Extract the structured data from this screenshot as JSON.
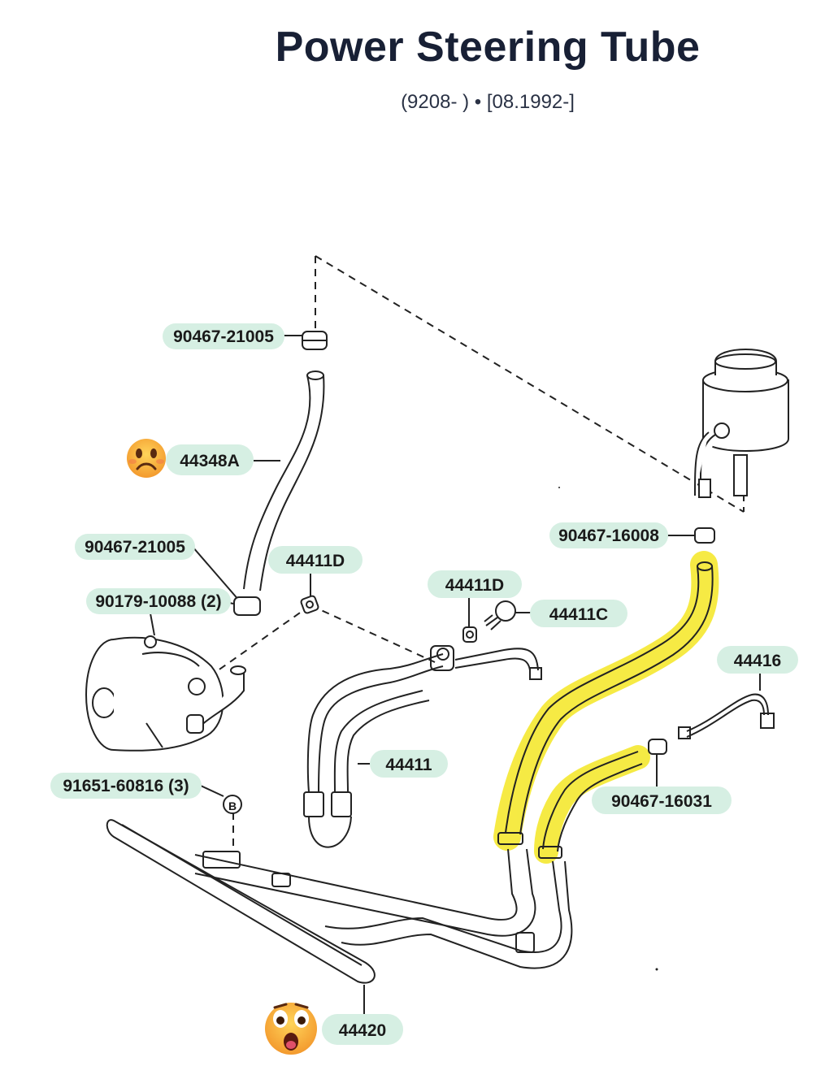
{
  "header": {
    "title": "Power Steering Tube",
    "subtitle": "(9208- ) • [08.1992-]"
  },
  "parts": {
    "clamp_top": "90467-21005",
    "hose_return": "44348A",
    "clamp_pump": "90467-21005",
    "bolt_pump": "90179-10088 (2)",
    "gasket_left": "44411D",
    "gasket_right": "44411D",
    "union_bolt": "44411C",
    "clamp_reservoir": "90467-16008",
    "tube_right": "44416",
    "clamp_low": "90467-16031",
    "pressure_tube": "44411",
    "bolt_cooler": "91651-60816 (3)",
    "cooler_tube": "44420"
  },
  "markers": {
    "bolt_ref": "B"
  },
  "highlight": {
    "color": "#f5e830"
  },
  "reactions": [
    {
      "name": "sad-face-emoji",
      "color": "#f7a035"
    },
    {
      "name": "surprised-face-emoji",
      "color": "#f7a035"
    }
  ]
}
